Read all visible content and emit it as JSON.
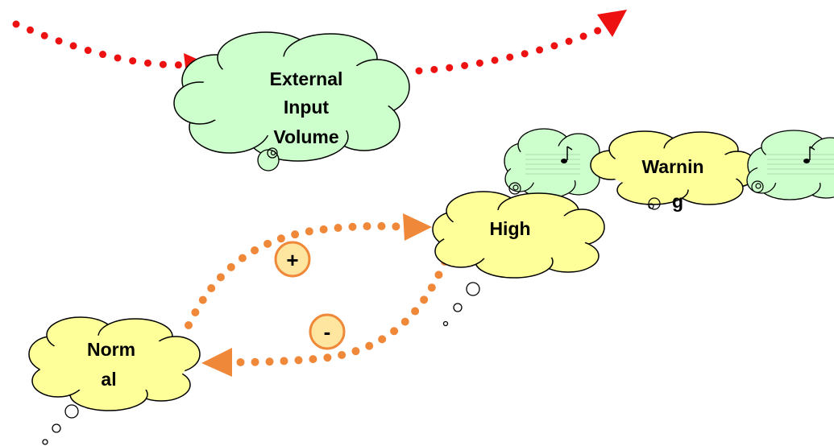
{
  "nodes": {
    "external_input": {
      "lines": [
        "External",
        "Input",
        "Volume"
      ],
      "fill": "#ccffcc"
    },
    "high": {
      "lines": [
        "High"
      ],
      "fill": "#ffff99"
    },
    "warning": {
      "lines": [
        "Warnin",
        "g"
      ],
      "fill": "#ffff99"
    },
    "normal": {
      "lines": [
        "Norm",
        "al"
      ],
      "fill": "#ffff99"
    }
  },
  "signs": {
    "plus": "+",
    "minus": "-"
  },
  "colors": {
    "red_arrow": "#ee1111",
    "orange_arrow": "#f0883a",
    "sign_fill": "#ffe6a0",
    "sound_fill": "#ccffcc",
    "outline": "#000000"
  },
  "icons": {
    "sound": "music-note-icon"
  }
}
